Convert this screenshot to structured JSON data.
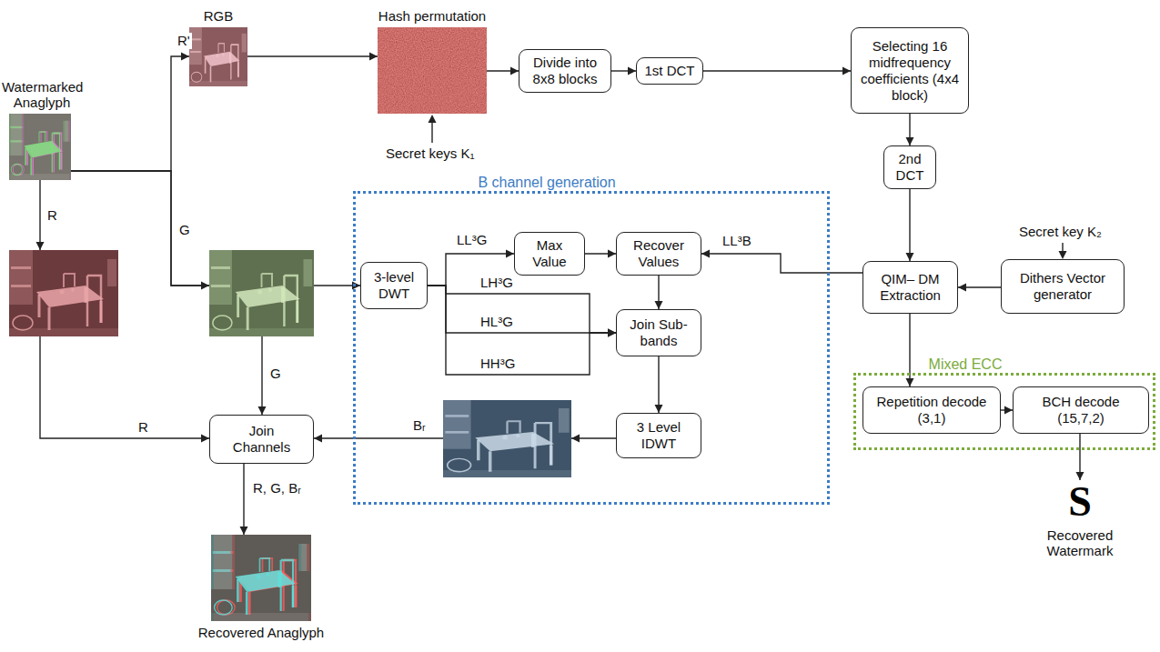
{
  "diagram": {
    "nodes": [
      {
        "text": [
          "Watermarked Anaglyph"
        ]
      },
      {
        "text": [
          "RGB"
        ]
      },
      {
        "text": [
          "Hash permutation"
        ]
      },
      {
        "text": [
          "Divide into 8x8 blocks"
        ]
      },
      {
        "text": [
          "1st DCT"
        ]
      },
      {
        "text": [
          "Selecting 16 midfrequency coefficients (4x4 block)"
        ]
      },
      {
        "text": [
          "2nd DCT"
        ]
      },
      {
        "text": [
          "B channel generation"
        ]
      },
      {
        "text": [
          "3-level DWT"
        ],
        "in": 7
      },
      {
        "text": [
          "Max Value"
        ],
        "in": 7
      },
      {
        "text": [
          "Recover Values"
        ],
        "in": 7
      },
      {
        "text": [
          "Join Sub-bands"
        ],
        "in": 7
      },
      {
        "text": [
          "3 Level IDWT"
        ],
        "in": 7
      },
      {
        "text": [
          "QIM– DM Extraction"
        ]
      },
      {
        "text": [
          "Dithers Vector generator"
        ]
      },
      {
        "text": [
          "Mixed ECC"
        ]
      },
      {
        "text": [
          "Repetition decode (3,1)"
        ],
        "in": 15
      },
      {
        "text": [
          "BCH decode (15,7,2)"
        ],
        "in": 15
      },
      {
        "text": [
          "S",
          "Recovered Watermark"
        ]
      },
      {
        "text": [
          "Join Channels"
        ]
      },
      {
        "text": [
          "Recovered Anaglyph"
        ]
      }
    ],
    "edges": [
      {
        "from": 0,
        "to": 1,
        "arrow": "to",
        "label": "R'"
      },
      {
        "from": 0,
        "to": 8,
        "arrow": "to",
        "label": "G"
      },
      {
        "from": 0,
        "to": 19,
        "arrow": "to",
        "label": "G"
      },
      {
        "from": 0,
        "to": 19,
        "arrow": "to",
        "label": "R"
      },
      {
        "from": 1,
        "to": 2,
        "arrow": "to"
      },
      {
        "from": 2,
        "to": 3,
        "arrow": "to"
      },
      {
        "from": 3,
        "to": 4,
        "arrow": "to"
      },
      {
        "from": 4,
        "to": 5,
        "arrow": "to"
      },
      {
        "from": 5,
        "to": 6,
        "arrow": "to"
      },
      {
        "from": 6,
        "to": 13,
        "arrow": "to"
      },
      {
        "from": 14,
        "to": 13,
        "arrow": "to"
      },
      {
        "from": 13,
        "to": 10,
        "arrow": "to",
        "label": "LL³B"
      },
      {
        "from": 13,
        "to": 16,
        "arrow": "to"
      },
      {
        "from": 16,
        "to": 17,
        "arrow": "to"
      },
      {
        "from": 17,
        "to": 18,
        "arrow": "to"
      },
      {
        "from": 8,
        "to": 9,
        "arrow": "to",
        "label": "LL³G"
      },
      {
        "from": 8,
        "to": 11,
        "arrow": "to",
        "label": "LH³G"
      },
      {
        "from": 8,
        "to": 11,
        "arrow": "to",
        "label": "HL³G"
      },
      {
        "from": 8,
        "to": 11,
        "arrow": "to",
        "label": "HH³G"
      },
      {
        "from": 9,
        "to": 10,
        "arrow": "to"
      },
      {
        "from": 10,
        "to": 11,
        "arrow": "to"
      },
      {
        "from": 11,
        "to": 12,
        "arrow": "to"
      },
      {
        "from": 12,
        "to": 19,
        "arrow": "to",
        "label": "Bᵣ"
      },
      {
        "from": 19,
        "to": 20,
        "arrow": "to",
        "label": "R, G, Bᵣ"
      }
    ],
    "labels": [
      "R",
      "Secret keys K₁",
      "Secret key K₂"
    ]
  }
}
